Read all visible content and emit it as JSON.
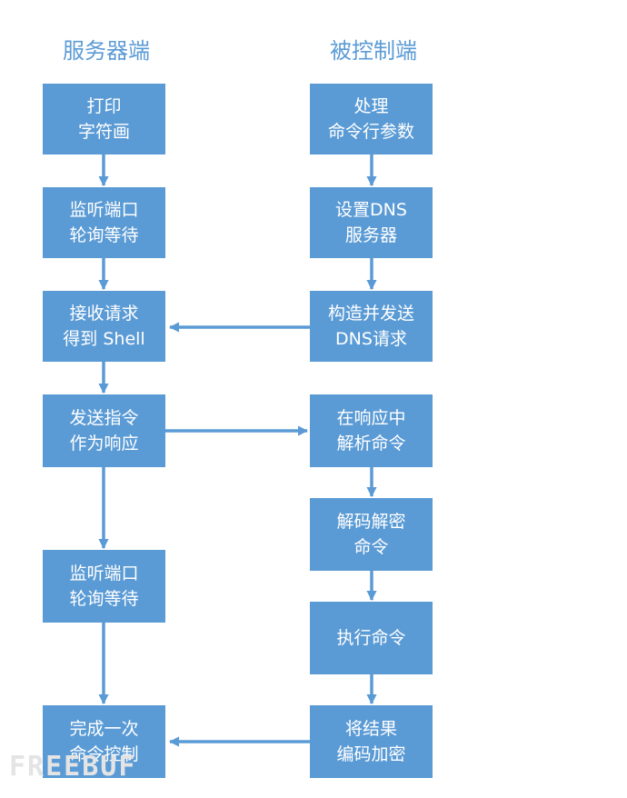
{
  "columns": {
    "server": "服务器端",
    "client": "被控制端"
  },
  "server_steps": [
    {
      "line1": "打印",
      "line2": "字符画"
    },
    {
      "line1": "监听端口",
      "line2": "轮询等待"
    },
    {
      "line1": "接收请求",
      "line2": "得到 Shell"
    },
    {
      "line1": "发送指令",
      "line2": "作为响应"
    },
    {
      "line1": "监听端口",
      "line2": "轮询等待"
    },
    {
      "line1": "完成一次",
      "line2": "命令控制"
    }
  ],
  "client_steps": [
    {
      "line1": "处理",
      "line2": "命令行参数"
    },
    {
      "line1": "设置DNS",
      "line2": "服务器"
    },
    {
      "line1": "构造并发送",
      "line2": "DNS请求"
    },
    {
      "line1": "在响应中",
      "line2": "解析命令"
    },
    {
      "line1": "解码解密",
      "line2": "命令"
    },
    {
      "line1": "执行命令",
      "line2": ""
    },
    {
      "line1": "将结果",
      "line2": "编码加密"
    }
  ],
  "watermark": "FREEBUF",
  "colors": {
    "box": "#5b9bd5",
    "arrow": "#5b9bd5",
    "text": "#ffffff"
  }
}
